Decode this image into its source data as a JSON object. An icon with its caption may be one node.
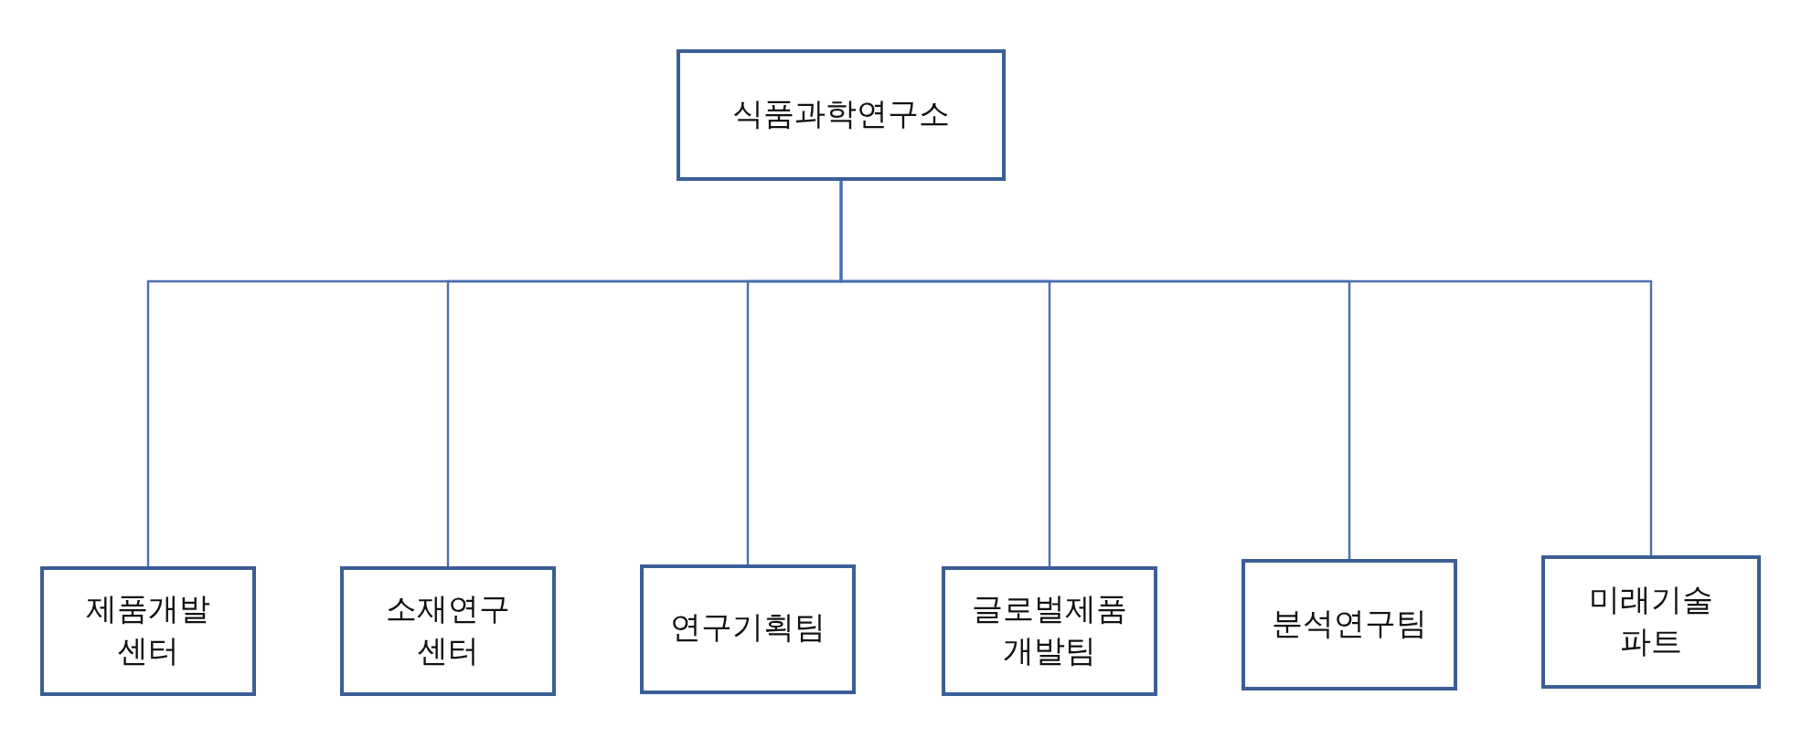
{
  "diagram": {
    "nodes": [
      {
        "text": [
          "식품과학연구소"
        ]
      },
      {
        "text": [
          "제품개발 센터"
        ]
      },
      {
        "text": [
          "소재연구 센터"
        ]
      },
      {
        "text": [
          "연구기획팀"
        ]
      },
      {
        "text": [
          "글로벌제품 개발팀"
        ]
      },
      {
        "text": [
          "분석연구팀"
        ]
      },
      {
        "text": [
          "미래기술 파트"
        ]
      }
    ],
    "edges": [
      {
        "from": 0,
        "to": 1,
        "arrow": "none"
      },
      {
        "from": 0,
        "to": 2,
        "arrow": "none"
      },
      {
        "from": 0,
        "to": 3,
        "arrow": "none"
      },
      {
        "from": 0,
        "to": 4,
        "arrow": "none"
      },
      {
        "from": 0,
        "to": 5,
        "arrow": "none"
      },
      {
        "from": 0,
        "to": 6,
        "arrow": "none"
      }
    ]
  }
}
